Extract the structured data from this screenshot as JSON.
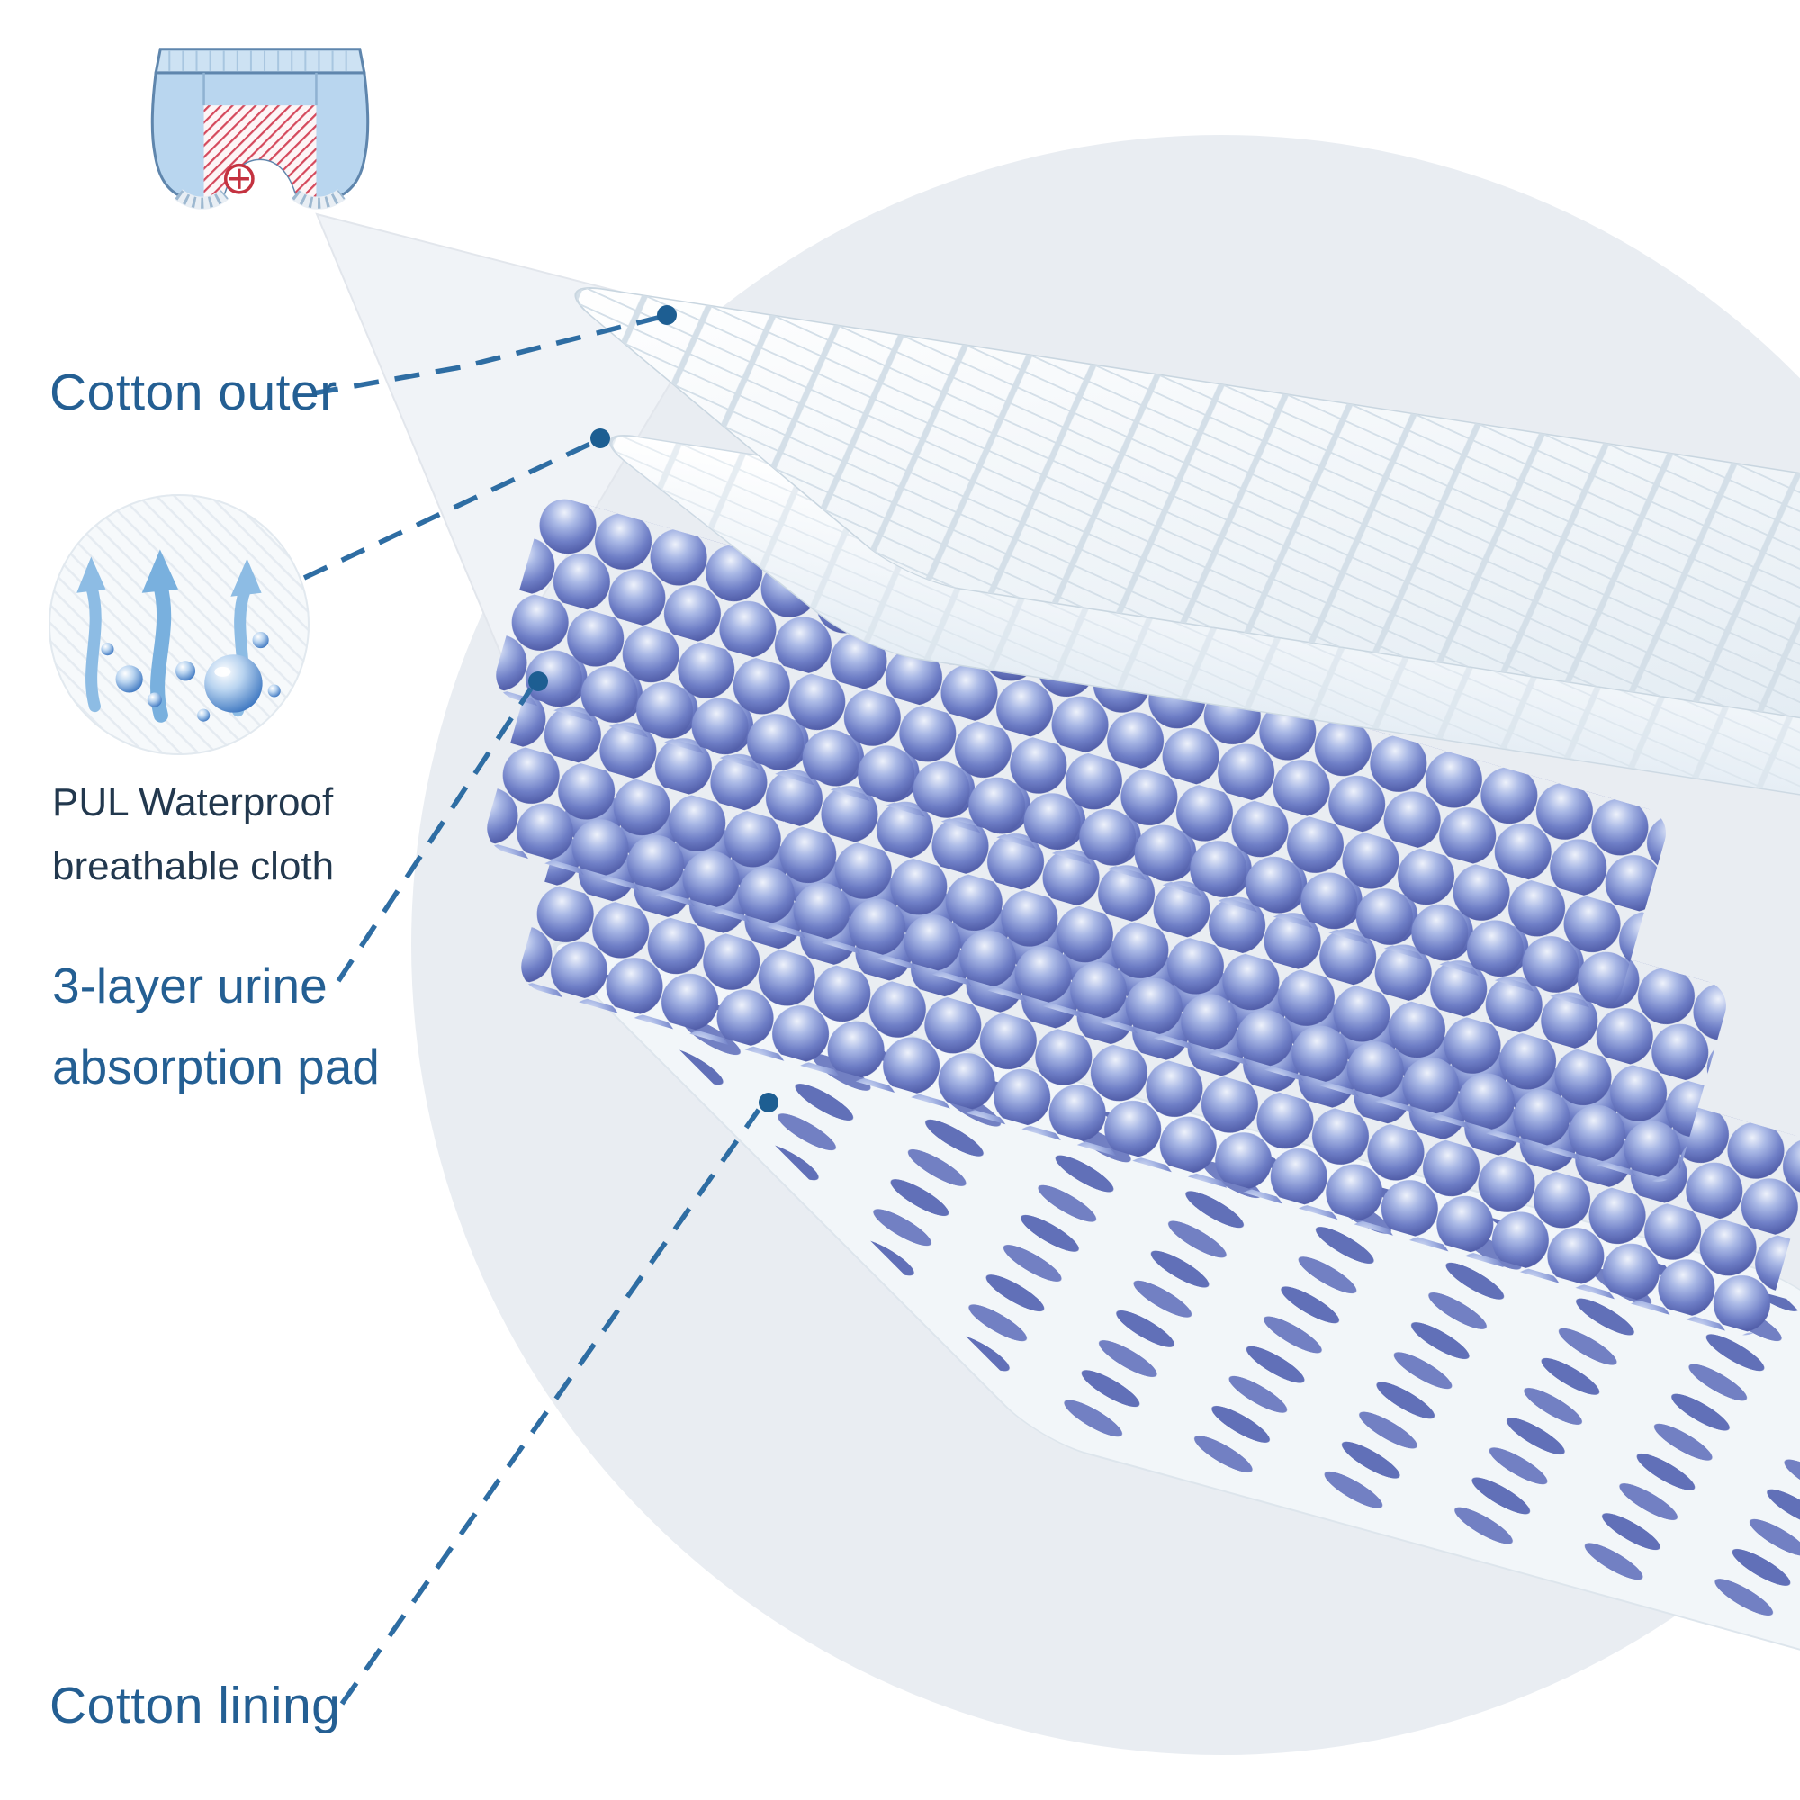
{
  "callouts": {
    "cotton_outer": {
      "label": "Cotton outer"
    },
    "pul": {
      "line1": "PUL Waterproof",
      "line2": "breathable cloth"
    },
    "absorption": {
      "line1": "3-layer urine",
      "line2": "absorption pad"
    },
    "cotton_lining": {
      "label": "Cotton lining"
    }
  },
  "illustration": {
    "background_circle_color": "#e9edf2",
    "funnel_color": "#f0f3f7",
    "callout_line_color": "#2e6da3",
    "callout_dot_color": "#1d5e92",
    "label_blue": "#245f93",
    "label_dark": "#22384e",
    "bubble_blue": "#5a68b0",
    "sheet_white": "#f4f8fb",
    "hole_blue": "#6170b8",
    "pants_blue": "#b9d6ef",
    "hatch_red": "#d5495c"
  },
  "icons": {
    "training_pants": "training-pants-icon",
    "waterproof_breathable": "waterproof-breathable-icon"
  }
}
